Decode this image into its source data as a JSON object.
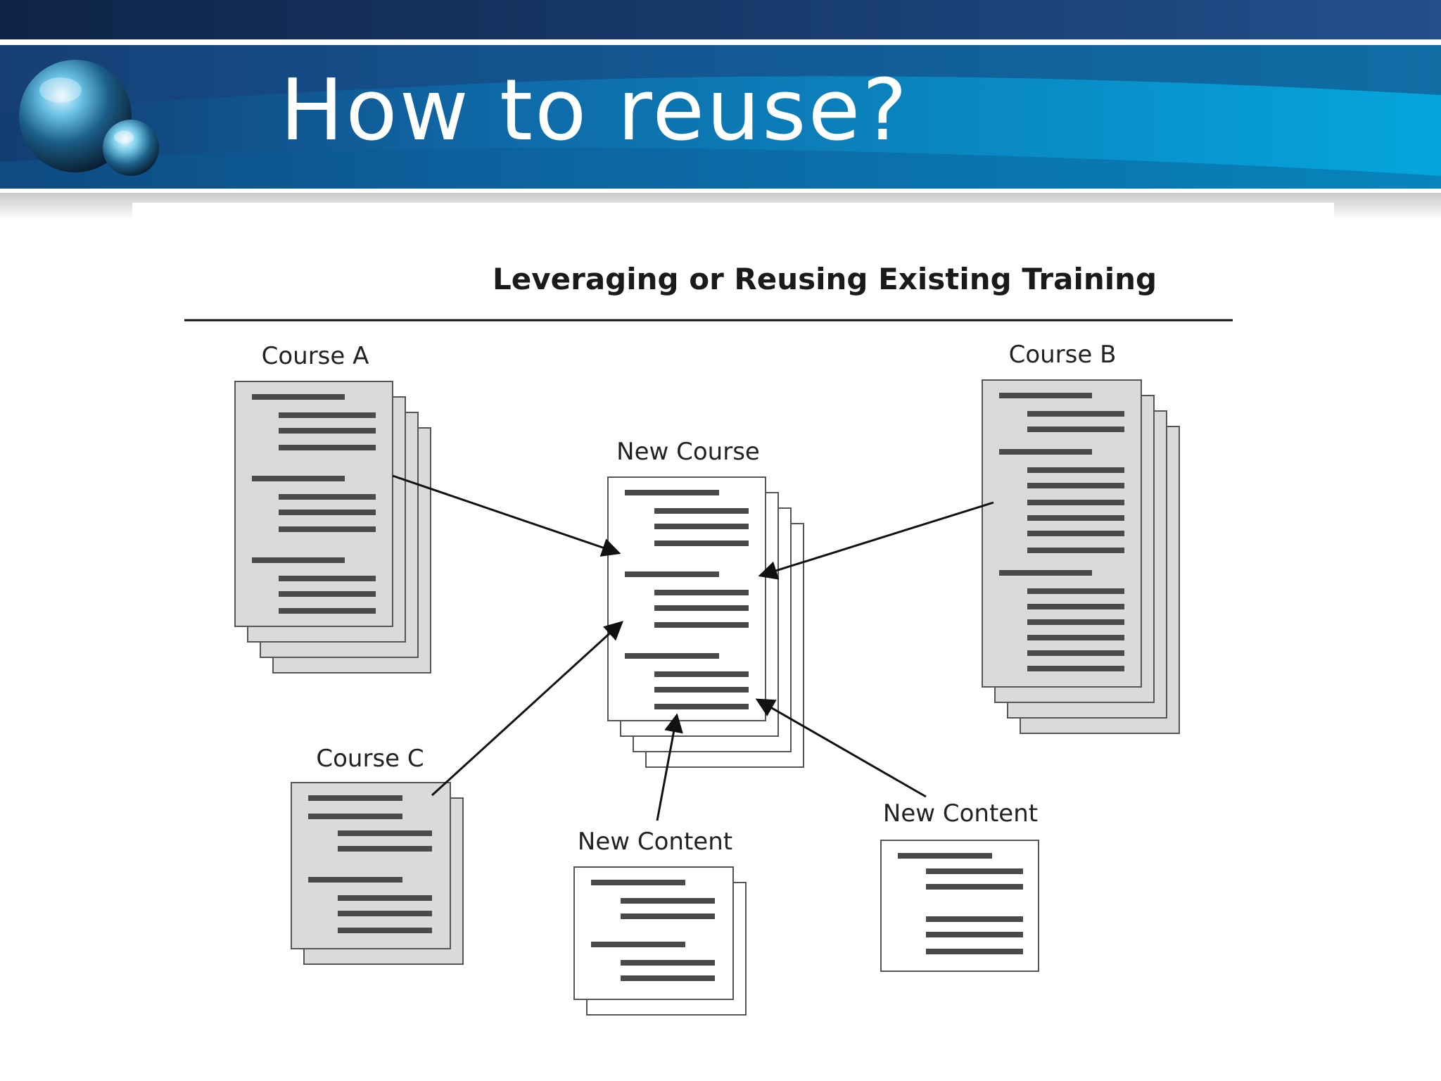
{
  "slide": {
    "title": "How to reuse?"
  },
  "diagram": {
    "title": "Leveraging or Reusing Existing Training",
    "labels": {
      "course_a": "Course A",
      "course_b": "Course B",
      "course_c": "Course C",
      "new_course": "New Course",
      "new_content_1": "New Content",
      "new_content_2": "New Content"
    }
  },
  "colors": {
    "banner_dark": "#143a6e",
    "banner_light": "#0aa0d8",
    "doc_gray_fill": "#dadada",
    "doc_white_fill": "#ffffff",
    "line_bar": "#4a4a4a"
  }
}
